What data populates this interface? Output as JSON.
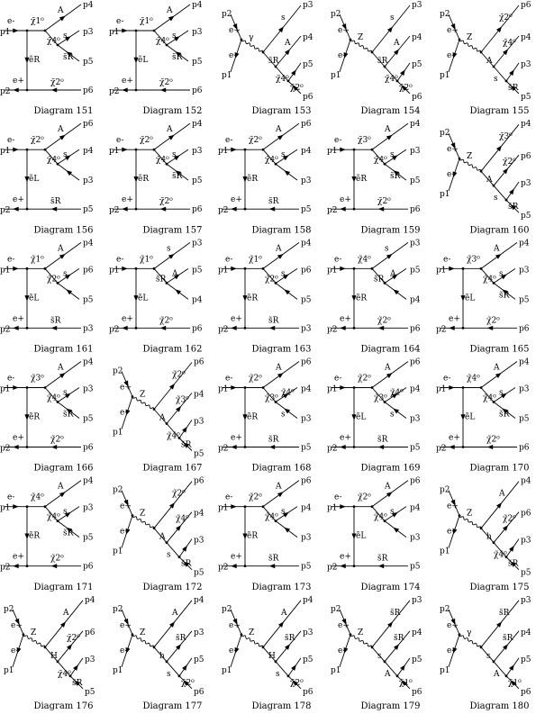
{
  "diagrams": [
    {
      "caption": "Diagram 151",
      "kind": "t",
      "ext": [
        "p1",
        "p2",
        "p4",
        "p3",
        "p5",
        "p6"
      ],
      "edges": [
        "e-",
        "e+",
        "ẽR"
      ],
      "legs": [
        [
          "χ̃1⁰",
          "A"
        ],
        [
          "χ̃4⁰",
          "s",
          "s̃R"
        ],
        [
          "χ̃2⁰"
        ]
      ]
    },
    {
      "caption": "Diagram 152",
      "kind": "t",
      "ext": [
        "p1",
        "p2",
        "p4",
        "p3",
        "p5",
        "p6"
      ],
      "edges": [
        "e-",
        "e+",
        "ẽL"
      ],
      "legs": [
        [
          "χ̃1⁰",
          "A"
        ],
        [
          "χ̃4⁰",
          "s",
          "s̃R"
        ],
        [
          "χ̃2⁰"
        ]
      ]
    },
    {
      "caption": "Diagram 153",
      "kind": "s",
      "ext": [
        "p2",
        "p1",
        "p3",
        "p4",
        "p5",
        "p6"
      ],
      "edges": [
        "e+",
        "e-",
        "γ"
      ],
      "legs": [
        [
          "s",
          "s̃R"
        ],
        [
          "A",
          "χ̃4⁰"
        ],
        [
          "χ̃2⁰"
        ]
      ]
    },
    {
      "caption": "Diagram 154",
      "kind": "s",
      "ext": [
        "p2",
        "p1",
        "p3",
        "p4",
        "p5",
        "p6"
      ],
      "edges": [
        "e+",
        "e-",
        "Z"
      ],
      "legs": [
        [
          "s",
          "s̃R"
        ],
        [
          "A",
          "χ̃4⁰"
        ],
        [
          "χ̃2⁰"
        ]
      ]
    },
    {
      "caption": "Diagram 155",
      "kind": "s",
      "ext": [
        "p2",
        "p1",
        "p6",
        "p4",
        "p3",
        "p5"
      ],
      "edges": [
        "e+",
        "e-",
        "Z"
      ],
      "legs": [
        [
          "χ̃2⁰",
          "A"
        ],
        [
          "χ̃4⁰",
          "s"
        ],
        [
          "s̃R"
        ]
      ]
    },
    {
      "caption": "Diagram 156",
      "kind": "t",
      "ext": [
        "p1",
        "p2",
        "p6",
        "p4",
        "p3",
        "p5"
      ],
      "edges": [
        "e-",
        "e+",
        "ẽL"
      ],
      "legs": [
        [
          "χ̃2⁰",
          "A"
        ],
        [
          "χ̃4⁰",
          "s"
        ],
        [
          "s̃R"
        ]
      ]
    },
    {
      "caption": "Diagram 157",
      "kind": "t",
      "ext": [
        "p1",
        "p2",
        "p4",
        "p3",
        "p5",
        "p6"
      ],
      "edges": [
        "e-",
        "e+",
        "ẽR"
      ],
      "legs": [
        [
          "χ̃2⁰",
          "A"
        ],
        [
          "χ̃4⁰",
          "s",
          "s̃R"
        ],
        [
          "χ̃2⁰"
        ]
      ]
    },
    {
      "caption": "Diagram 158",
      "kind": "t",
      "ext": [
        "p1",
        "p2",
        "p6",
        "p4",
        "p3",
        "p5"
      ],
      "edges": [
        "e-",
        "e+",
        "ẽR"
      ],
      "legs": [
        [
          "χ̃2⁰",
          "A"
        ],
        [
          "χ̃4⁰",
          "s"
        ],
        [
          "s̃R"
        ]
      ]
    },
    {
      "caption": "Diagram 159",
      "kind": "t",
      "ext": [
        "p1",
        "p2",
        "p4",
        "p3",
        "p5",
        "p6"
      ],
      "edges": [
        "e-",
        "e+",
        "ẽR"
      ],
      "legs": [
        [
          "χ̃3⁰",
          "A"
        ],
        [
          "χ̃4⁰",
          "s",
          "s̃R"
        ],
        [
          "χ̃2⁰"
        ]
      ]
    },
    {
      "caption": "Diagram 160",
      "kind": "s",
      "ext": [
        "p2",
        "p1",
        "p4",
        "p6",
        "p3",
        "p5"
      ],
      "edges": [
        "e+",
        "e-",
        "Z"
      ],
      "legs": [
        [
          "χ̃3⁰",
          "A"
        ],
        [
          "χ̃2⁰",
          "s"
        ],
        [
          "s̃R"
        ]
      ]
    },
    {
      "caption": "Diagram 161",
      "kind": "t",
      "ext": [
        "p1",
        "p2",
        "p4",
        "p6",
        "p5",
        "p3"
      ],
      "edges": [
        "e-",
        "e+",
        "ẽL"
      ],
      "legs": [
        [
          "χ̃1⁰",
          "A"
        ],
        [
          "χ̃2⁰",
          "s"
        ],
        [
          "s̃R"
        ]
      ]
    },
    {
      "caption": "Diagram 162",
      "kind": "t",
      "ext": [
        "p1",
        "p2",
        "p3",
        "p5",
        "p4",
        "p6"
      ],
      "edges": [
        "e-",
        "e+",
        "ẽL"
      ],
      "legs": [
        [
          "χ̃1⁰",
          "s"
        ],
        [
          "s̃R",
          "A"
        ],
        [
          "χ̃2⁰"
        ]
      ]
    },
    {
      "caption": "Diagram 163",
      "kind": "t",
      "ext": [
        "p1",
        "p2",
        "p4",
        "p6",
        "p5",
        "p3"
      ],
      "edges": [
        "e-",
        "e+",
        "ẽR"
      ],
      "legs": [
        [
          "χ̃1⁰",
          "A"
        ],
        [
          "χ̃2⁰",
          "s"
        ],
        [
          "s̃R"
        ]
      ]
    },
    {
      "caption": "Diagram 164",
      "kind": "t",
      "ext": [
        "p1",
        "p2",
        "p3",
        "p5",
        "p4",
        "p6"
      ],
      "edges": [
        "e-",
        "e+",
        "ẽR"
      ],
      "legs": [
        [
          "χ̃4⁰",
          "s"
        ],
        [
          "s̃R",
          "A"
        ],
        [
          "χ̃2⁰"
        ]
      ]
    },
    {
      "caption": "Diagram 165",
      "kind": "t",
      "ext": [
        "p1",
        "p2",
        "p4",
        "p3",
        "p5",
        "p6"
      ],
      "edges": [
        "e-",
        "e+",
        "ẽL"
      ],
      "legs": [
        [
          "χ̃3⁰",
          "A"
        ],
        [
          "χ̃4⁰",
          "s",
          "s̃R"
        ],
        [
          "χ̃2⁰"
        ]
      ]
    },
    {
      "caption": "Diagram 166",
      "kind": "t",
      "ext": [
        "p1",
        "p2",
        "p4",
        "p3",
        "p5",
        "p6"
      ],
      "edges": [
        "e-",
        "e+",
        "ẽR"
      ],
      "legs": [
        [
          "χ̃3⁰",
          "A"
        ],
        [
          "χ̃4⁰",
          "s",
          "s̃R"
        ],
        [
          "χ̃2⁰"
        ]
      ]
    },
    {
      "caption": "Diagram 167",
      "kind": "s",
      "ext": [
        "p2",
        "p1",
        "p6",
        "p4",
        "p3",
        "p5"
      ],
      "edges": [
        "e+",
        "e-",
        "Z"
      ],
      "legs": [
        [
          "χ̃2⁰",
          "A"
        ],
        [
          "χ̃3⁰",
          "χ̃4⁰",
          "s"
        ],
        [
          "s̃R"
        ]
      ]
    },
    {
      "caption": "Diagram 168",
      "kind": "t",
      "ext": [
        "p1",
        "p2",
        "p6",
        "p4",
        "p3",
        "p5"
      ],
      "edges": [
        "e-",
        "e+",
        "ẽR"
      ],
      "legs": [
        [
          "χ̃2⁰",
          "A"
        ],
        [
          "χ̃3⁰",
          "χ̃4⁰",
          "s"
        ],
        [
          "s̃R"
        ]
      ]
    },
    {
      "caption": "Diagram 169",
      "kind": "t",
      "ext": [
        "p1",
        "p2",
        "p6",
        "p4",
        "p3",
        "p5"
      ],
      "edges": [
        "e-",
        "e+",
        "ẽL"
      ],
      "legs": [
        [
          "χ̃2⁰",
          "A"
        ],
        [
          "χ̃3⁰",
          "χ̃4⁰",
          "s"
        ],
        [
          "s̃R"
        ]
      ]
    },
    {
      "caption": "Diagram 170",
      "kind": "t",
      "ext": [
        "p1",
        "p2",
        "p4",
        "p3",
        "p5",
        "p6"
      ],
      "edges": [
        "e-",
        "e+",
        "ẽL"
      ],
      "legs": [
        [
          "χ̃4⁰",
          "A"
        ],
        [
          "χ̃4⁰",
          "s",
          "s̃R"
        ],
        [
          "χ̃2⁰"
        ]
      ]
    },
    {
      "caption": "Diagram 171",
      "kind": "t",
      "ext": [
        "p1",
        "p2",
        "p4",
        "p3",
        "p5",
        "p6"
      ],
      "edges": [
        "e-",
        "e+",
        "ẽR"
      ],
      "legs": [
        [
          "χ̃4⁰",
          "A"
        ],
        [
          "χ̃4⁰",
          "s",
          "s̃R"
        ],
        [
          "χ̃2⁰"
        ]
      ]
    },
    {
      "caption": "Diagram 172",
      "kind": "s",
      "ext": [
        "p2",
        "p1",
        "p6",
        "p4",
        "p3",
        "p5"
      ],
      "edges": [
        "e+",
        "e-",
        "Z"
      ],
      "legs": [
        [
          "χ̃2⁰",
          "A"
        ],
        [
          "χ̃4⁰",
          "s"
        ],
        [
          "s̃R"
        ]
      ]
    },
    {
      "caption": "Diagram 173",
      "kind": "t",
      "ext": [
        "p1",
        "p2",
        "p6",
        "p4",
        "p3",
        "p5"
      ],
      "edges": [
        "e-",
        "e+",
        "ẽR"
      ],
      "legs": [
        [
          "χ̃2⁰",
          "A"
        ],
        [
          "χ̃4⁰",
          "s"
        ],
        [
          "s̃R"
        ]
      ]
    },
    {
      "caption": "Diagram 174",
      "kind": "t",
      "ext": [
        "p1",
        "p2",
        "p6",
        "p4",
        "p3",
        "p5"
      ],
      "edges": [
        "e-",
        "e+",
        "ẽL"
      ],
      "legs": [
        [
          "χ̃2⁰",
          "A"
        ],
        [
          "χ̃4⁰",
          "s"
        ],
        [
          "s̃R"
        ]
      ]
    },
    {
      "caption": "Diagram 175",
      "kind": "s",
      "ext": [
        "p2",
        "p1",
        "p4",
        "p6",
        "p3",
        "p5"
      ],
      "edges": [
        "e+",
        "e-",
        "Z"
      ],
      "legs": [
        [
          "A",
          "h"
        ],
        [
          "χ̃2⁰",
          "χ̃4⁰",
          "s"
        ],
        [
          "s̃R"
        ]
      ]
    },
    {
      "caption": "Diagram 176",
      "kind": "s",
      "ext": [
        "p2",
        "p1",
        "p4",
        "p6",
        "p3",
        "p5"
      ],
      "edges": [
        "e+",
        "e-",
        "Z"
      ],
      "legs": [
        [
          "A",
          "H"
        ],
        [
          "χ̃2⁰",
          "χ̃4⁰",
          "s"
        ],
        [
          "s̃R"
        ]
      ]
    },
    {
      "caption": "Diagram 177",
      "kind": "s",
      "ext": [
        "p2",
        "p1",
        "p4",
        "p3",
        "p5",
        "p6"
      ],
      "edges": [
        "e+",
        "e-",
        "Z"
      ],
      "legs": [
        [
          "A",
          "h"
        ],
        [
          "s̃R",
          "s"
        ],
        [
          "χ̃2⁰"
        ]
      ]
    },
    {
      "caption": "Diagram 178",
      "kind": "s",
      "ext": [
        "p2",
        "p1",
        "p4",
        "p3",
        "p5",
        "p6"
      ],
      "edges": [
        "e+",
        "e-",
        "Z"
      ],
      "legs": [
        [
          "A",
          "H"
        ],
        [
          "s̃R",
          "s"
        ],
        [
          "χ̃2⁰"
        ]
      ]
    },
    {
      "caption": "Diagram 179",
      "kind": "s",
      "ext": [
        "p2",
        "p1",
        "p3",
        "p4",
        "p5",
        "p6"
      ],
      "edges": [
        "e+",
        "e-",
        "Z"
      ],
      "legs": [
        [
          "s̃R",
          "s"
        ],
        [
          "s̃R",
          "A"
        ],
        [
          "χ̃1⁰",
          "χ̃2⁰"
        ]
      ]
    },
    {
      "caption": "Diagram 180",
      "kind": "s",
      "ext": [
        "p2",
        "p1",
        "p3",
        "p4",
        "p5",
        "p6"
      ],
      "edges": [
        "e+",
        "e-",
        "γ"
      ],
      "legs": [
        [
          "s̃R",
          "s"
        ],
        [
          "s̃R",
          "A"
        ],
        [
          "χ̃1⁰",
          "χ̃2⁰"
        ]
      ]
    }
  ]
}
